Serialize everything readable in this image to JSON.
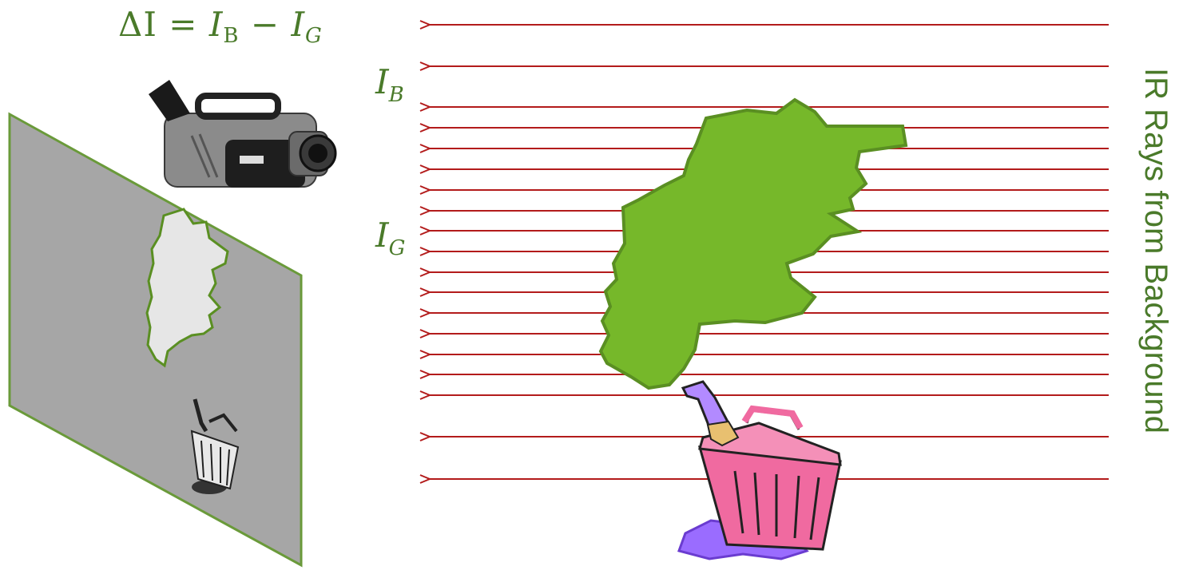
{
  "equation": {
    "lhs": "ΔI",
    "equals": " = ",
    "term1": "I",
    "term1_sub": "B",
    "minus": " − ",
    "term2": "I",
    "term2_sub": "G"
  },
  "labels": {
    "background_intensity": "I",
    "background_intensity_sub": "B",
    "gas_intensity": "I",
    "gas_intensity_sub": "G",
    "rays_caption": "IR Rays from Background"
  },
  "colors": {
    "ray": "#b31b1b",
    "gas_plume": "#76b82a",
    "gas_plume_outline": "#5a8f22",
    "screen": "#a6a6a6",
    "screen_outline": "#6a9a3a",
    "text_green": "#4a7a2a",
    "gas_can": "#f06aa0",
    "spill": "#9a6cff"
  },
  "icons": {
    "camera": "thermal-camera-icon",
    "gas_can": "leaking-gas-can-icon"
  }
}
